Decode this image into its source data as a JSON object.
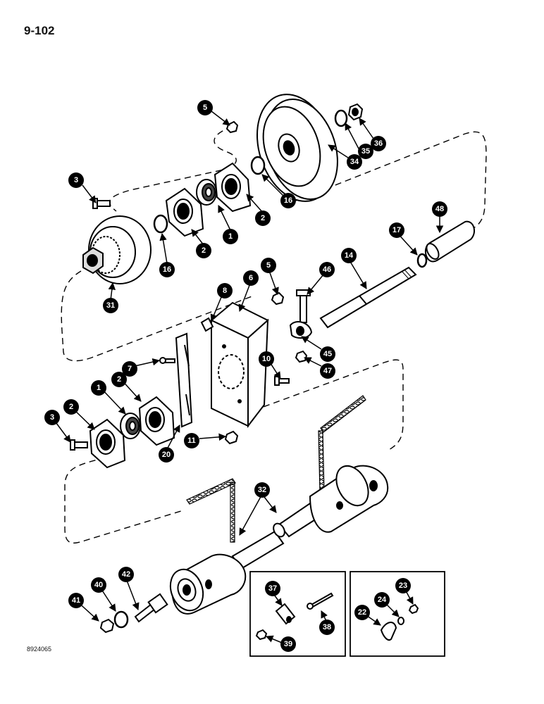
{
  "page": {
    "number": "9-102",
    "drawing_code": "8924065"
  },
  "callouts": {
    "c1a": "1",
    "c1b": "1",
    "c2a": "2",
    "c2b": "2",
    "c2c": "2",
    "c2d": "2",
    "c3a": "3",
    "c3b": "3",
    "c5a": "5",
    "c5b": "5",
    "c6": "6",
    "c7": "7",
    "c8": "8",
    "c10": "10",
    "c11": "11",
    "c14": "14",
    "c16a": "16",
    "c16b": "16",
    "c17": "17",
    "c20": "20",
    "c22": "22",
    "c23": "23",
    "c24": "24",
    "c31": "31",
    "c32": "32",
    "c34": "34",
    "c35": "35",
    "c36": "36",
    "c37": "37",
    "c38": "38",
    "c39": "39",
    "c40": "40",
    "c41": "41",
    "c42": "42",
    "c45": "45",
    "c46": "46",
    "c47": "47",
    "c48": "48"
  }
}
